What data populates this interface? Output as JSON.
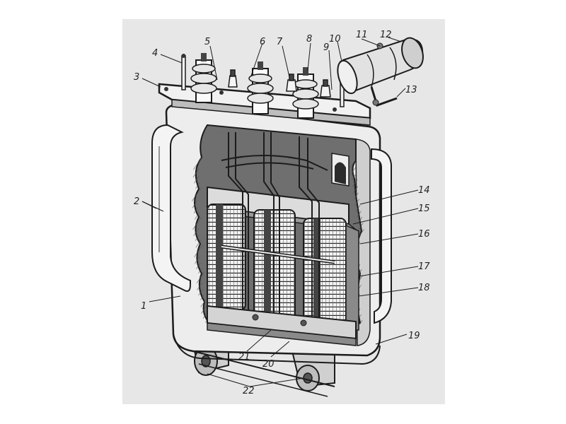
{
  "figure": {
    "colors": {
      "paper": "#e7e7e7",
      "ink": "#1c1c1c",
      "shade": "#8a8a8a",
      "light": "#f4f4f4"
    },
    "callouts": [
      {
        "id": "1",
        "label": "1"
      },
      {
        "id": "2",
        "label": "2"
      },
      {
        "id": "3",
        "label": "3"
      },
      {
        "id": "4",
        "label": "4"
      },
      {
        "id": "5",
        "label": "5"
      },
      {
        "id": "6",
        "label": "6"
      },
      {
        "id": "7",
        "label": "7"
      },
      {
        "id": "8",
        "label": "8"
      },
      {
        "id": "9",
        "label": "9"
      },
      {
        "id": "10",
        "label": "10"
      },
      {
        "id": "11",
        "label": "11"
      },
      {
        "id": "12",
        "label": "12"
      },
      {
        "id": "13",
        "label": "13"
      },
      {
        "id": "14",
        "label": "14"
      },
      {
        "id": "15",
        "label": "15"
      },
      {
        "id": "16",
        "label": "16"
      },
      {
        "id": "17",
        "label": "17"
      },
      {
        "id": "18",
        "label": "18"
      },
      {
        "id": "19",
        "label": "19"
      },
      {
        "id": "20",
        "label": "20"
      },
      {
        "id": "21",
        "label": "21"
      },
      {
        "id": "22",
        "label": "22"
      }
    ]
  }
}
